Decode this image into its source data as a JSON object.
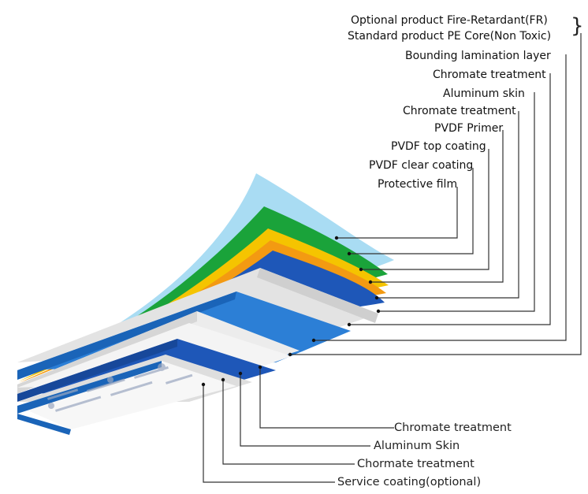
{
  "top_labels": [
    {
      "text": "Optional product Fire-Retardant(FR)"
    },
    {
      "text": "Standard product PE Core(Non Toxic)"
    },
    {
      "text": "Bounding lamination layer"
    },
    {
      "text": "Chromate treatment"
    },
    {
      "text": "Aluminum  skin"
    },
    {
      "text": "Chromate treatment"
    },
    {
      "text": "PVDF Primer"
    },
    {
      "text": "PVDF top coating"
    },
    {
      "text": "PVDF clear coating"
    },
    {
      "text": "Protective film"
    }
  ],
  "brace_symbol": "}",
  "bottom_labels": [
    {
      "text": "Chromate treatment"
    },
    {
      "text": "Aluminum Skin"
    },
    {
      "text": "Chormate treatment"
    },
    {
      "text": "Service coating(optional)"
    }
  ],
  "colors": {
    "protective_film": "#a9dcf3",
    "clear_coat": "#1aa33a",
    "top_coat": "#f5c400",
    "primer": "#f39a12",
    "chromate": "#1e57b8",
    "aluminum": "#2c7fd6",
    "core": "#e8e8e8",
    "lamination": "#c8c8c8",
    "back": "#2a76c8",
    "leader": "#333333"
  }
}
